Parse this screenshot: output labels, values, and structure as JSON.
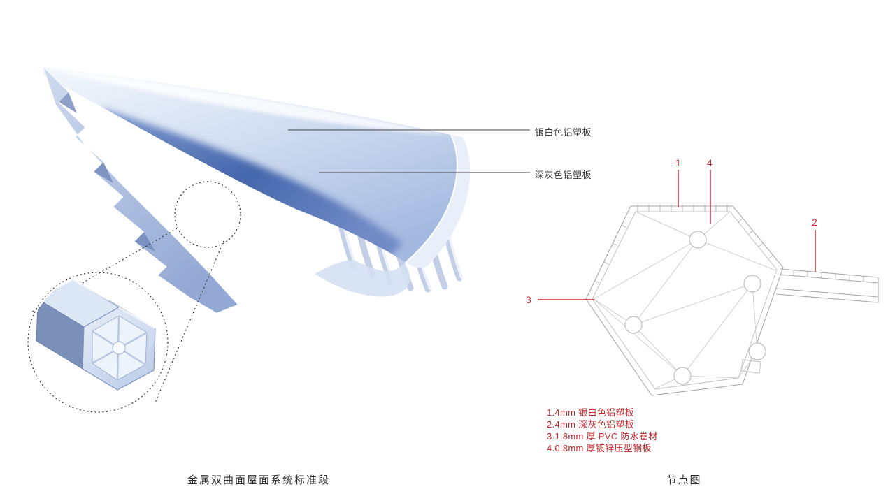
{
  "colors": {
    "accent_red": "#c1272d",
    "roof_blue_dark": "#3f61a8",
    "roof_blue_light": "#cfdcf0",
    "drawing_gray": "#a8a8a8",
    "text_dark": "#3a3a3a"
  },
  "roof_figure": {
    "caption": "金属双曲面屋面系统标准段",
    "labels": {
      "silver": "银白色铝塑板",
      "dark_gray": "深灰色铝塑板"
    }
  },
  "node_figure": {
    "caption": "节点图",
    "callouts": {
      "n1": "1",
      "n2": "2",
      "n3": "3",
      "n4": "4"
    },
    "legend": [
      "1.4mm 银白色铝塑板",
      "2.4mm 深灰色铝塑板",
      "3.1.8mm 厚 PVC 防水卷材",
      "4.0.8mm 厚镀锌压型钢板"
    ]
  }
}
